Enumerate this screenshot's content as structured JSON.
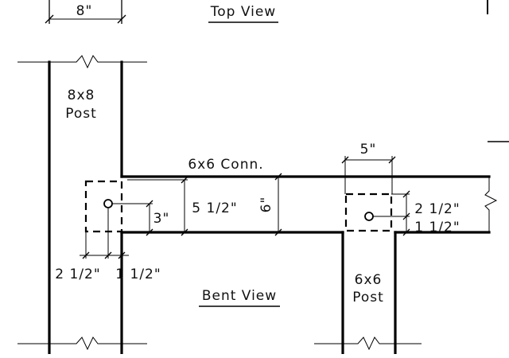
{
  "views": {
    "top_view_label": "Top View",
    "bent_view_label": "Bent View"
  },
  "top_view": {
    "width_dim": "8\""
  },
  "post_8x8": {
    "label_line1": "8x8",
    "label_line2": "Post"
  },
  "post_6x6": {
    "label_line1": "6x6",
    "label_line2": "Post"
  },
  "connector": {
    "label": "6x6  Conn.",
    "depth_full": "6\"",
    "depth_inner": "5  1/2\"",
    "bolt_height_left": "3\"",
    "plate_width_right": "5\"",
    "right_dim_top": "2  1/2\"",
    "right_dim_bottom": "1  1/2\""
  },
  "left_bottom_dims": {
    "dim_a": "2  1/2\"",
    "dim_b": "1  1/2\""
  },
  "colors": {
    "line": "#000000",
    "background": "#ffffff"
  }
}
